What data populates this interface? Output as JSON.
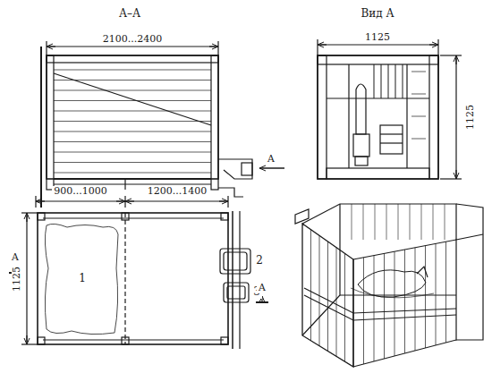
{
  "diagram": {
    "labels": [
      "А–А",
      "2100...2400",
      "А",
      "Вид А",
      "1125",
      "1125",
      "900...1000",
      "1200...1400",
      "1125",
      "А",
      "1",
      "2",
      "3",
      "А"
    ]
  }
}
